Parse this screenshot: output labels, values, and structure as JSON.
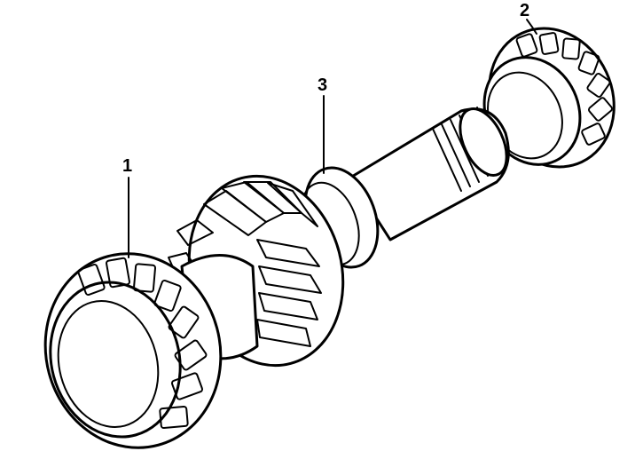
{
  "diagram": {
    "callouts": [
      {
        "id": "1",
        "label": "1",
        "part": "bearing-front"
      },
      {
        "id": "2",
        "label": "2",
        "part": "bearing-rear"
      },
      {
        "id": "3",
        "label": "3",
        "part": "shaft-collar"
      }
    ],
    "colors": {
      "ink": "#000000",
      "paper": "#ffffff"
    }
  }
}
